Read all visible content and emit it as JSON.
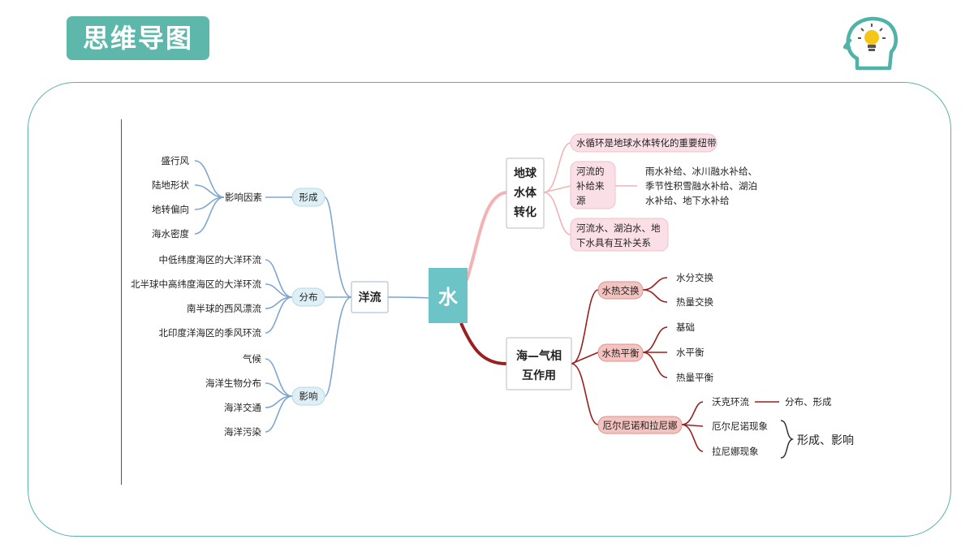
{
  "header": {
    "title": "思维导图",
    "icon": "head-lightbulb-icon"
  },
  "mindmap": {
    "center": "水",
    "left": {
      "root": "洋流",
      "branches": [
        {
          "label": "形成",
          "sub": {
            "label": "影响因素",
            "items": [
              "盛行风",
              "陆地形状",
              "地转偏向",
              "海水密度"
            ]
          }
        },
        {
          "label": "分布",
          "items": [
            "中低纬度海区的大洋环流",
            "北半球中高纬度海区的大洋环流",
            "南半球的西风漂流",
            "北印度洋海区的季风环流"
          ]
        },
        {
          "label": "影响",
          "items": [
            "气候",
            "海洋生物分布",
            "海洋交通",
            "海洋污染"
          ]
        }
      ]
    },
    "right_top": {
      "title_lines": [
        "地球",
        "水体",
        "转化"
      ],
      "items": [
        {
          "lines": [
            "水循环是地球水体转化的重要纽带"
          ]
        },
        {
          "lines": [
            "河流的",
            "补给来",
            "源"
          ],
          "detail_lines": [
            "雨水补给、冰川融水补给、",
            "季节性积雪融水补给、湖泊",
            "水补给、地下水补给"
          ]
        },
        {
          "lines": [
            "河流水、湖泊水、地",
            "下水具有互补关系"
          ]
        }
      ]
    },
    "right_bottom": {
      "title_lines": [
        "海—气相",
        "互作用"
      ],
      "groups": [
        {
          "label": "水热交换",
          "items": [
            "水分交换",
            "热量交换"
          ]
        },
        {
          "label": "水热平衡",
          "items": [
            "基础",
            "水平衡",
            "热量平衡"
          ]
        },
        {
          "label": "厄尔尼诺和拉尼娜",
          "items": [
            "沃克环流",
            "厄尔尼诺现象",
            "拉尼娜现象"
          ],
          "walker_note": "分布、形成",
          "brace_note": "形成、影响"
        }
      ]
    }
  },
  "colors": {
    "accent": "#5db7aa",
    "center_box": "#6dc4c7",
    "left_line": "#7fa6cf",
    "left_node_fill": "#def0f5",
    "top_line": "#f2b3b5",
    "top_node_fill": "#fbdfe6",
    "bottom_line": "#9a1f1f",
    "bottom_node_fill": "#f3c3c0"
  }
}
